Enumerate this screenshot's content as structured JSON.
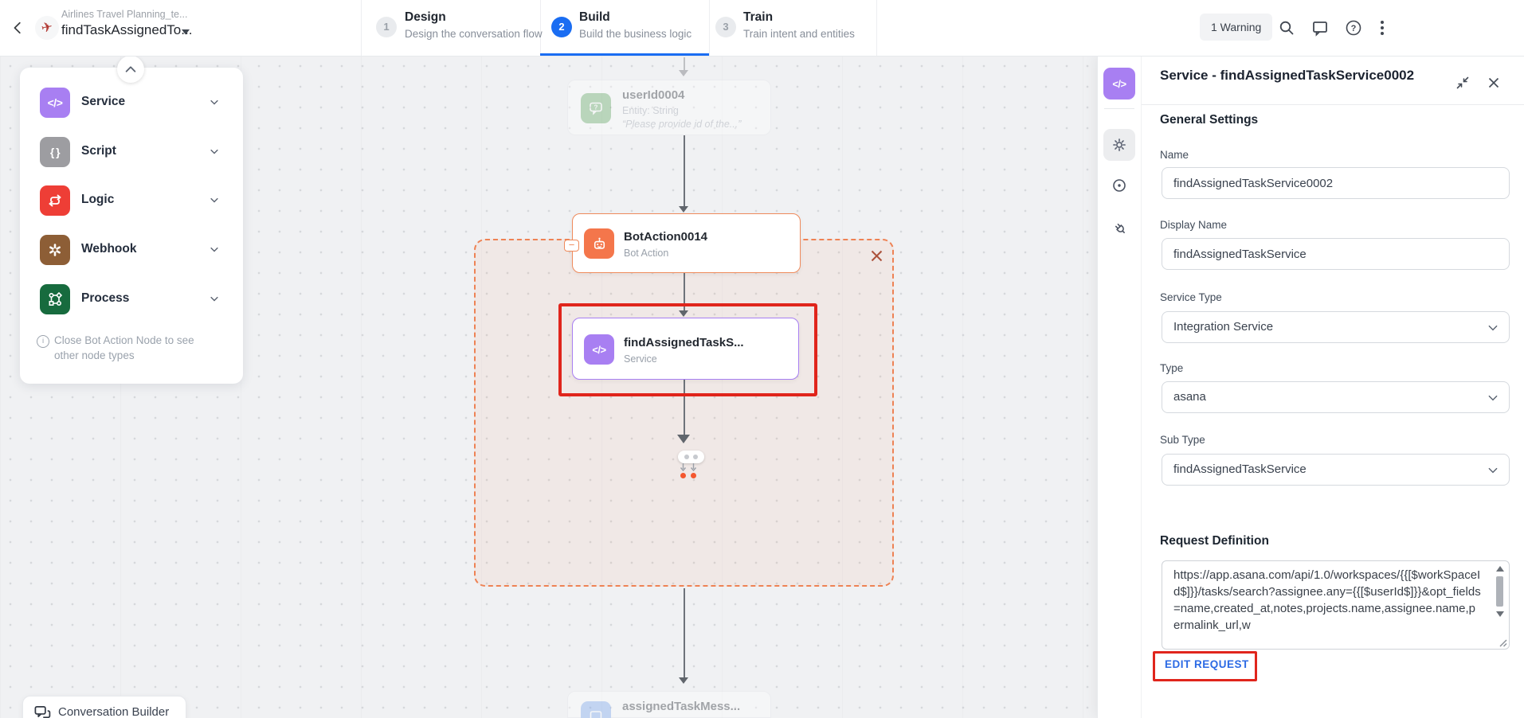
{
  "header": {
    "product_subtitle": "Airlines Travel Planning_te...",
    "product_title": "findTaskAssignedTo...",
    "steps": [
      {
        "number": "1",
        "title": "Design",
        "subtitle": "Design the conversation flow"
      },
      {
        "number": "2",
        "title": "Build",
        "subtitle": "Build the business logic"
      },
      {
        "number": "3",
        "title": "Train",
        "subtitle": "Train intent and entities"
      }
    ],
    "warning_label": "1 Warning"
  },
  "palette": {
    "items": [
      {
        "label": "Service",
        "color": "#a87ff2"
      },
      {
        "label": "Script",
        "color": "#9d9da1"
      },
      {
        "label": "Logic",
        "color": "#ee3e36"
      },
      {
        "label": "Webhook",
        "color": "#8d5e36"
      },
      {
        "label": "Process",
        "color": "#176b3e"
      }
    ],
    "note": "Close Bot Action Node to see other node types"
  },
  "canvas": {
    "entity_node": {
      "title": "userId0004",
      "subtitle": "Entity: String",
      "prompt": "“Please provide id of the...”"
    },
    "bot_action_node": {
      "title": "BotAction0014",
      "subtitle": "Bot Action"
    },
    "service_node": {
      "title": "findAssignedTaskS...",
      "subtitle": "Service"
    },
    "message_node": {
      "title": "assignedTaskMess..."
    },
    "builder_badge": "Conversation Builder"
  },
  "panel": {
    "title": "Service - findAssignedTaskService0002",
    "general_heading": "General Settings",
    "name_label": "Name",
    "name_value": "findAssignedTaskService0002",
    "display_name_label": "Display Name",
    "display_name_value": "findAssignedTaskService",
    "service_type_label": "Service Type",
    "service_type_value": "Integration Service",
    "type_label": "Type",
    "type_value": "asana",
    "sub_type_label": "Sub Type",
    "sub_type_value": "findAssignedTaskService",
    "request_heading": "Request Definition",
    "request_value": "https://app.asana.com/api/1.0/workspaces/{{[$workSpaceId$]}}/tasks/search?assignee.any={{[$userId$]}}&opt_fields=name,created_at,notes,projects.name,assignee.name,permalink_url,w",
    "edit_request_label": "EDIT REQUEST"
  },
  "colors": {
    "accent_blue": "#1a6df2",
    "fab_blue": "#1a73e8",
    "annotation_red": "#e0251c",
    "bot_action_orange": "#f4764b",
    "region_dash_orange": "#ee8254",
    "service_purple": "#a87ff2",
    "entity_green": "#62a862",
    "message_blue": "#78a7f0"
  },
  "icons": [
    "back-chevron-icon",
    "airline-logo",
    "dropdown-caret-icon",
    "search-icon",
    "comment-icon",
    "help-icon",
    "kebab-menu-icon",
    "collapse-up-icon",
    "chevron-down-icon",
    "info-icon",
    "code-icon",
    "braces-icon",
    "loop-icon",
    "webhook-icon",
    "process-icon",
    "robot-icon",
    "entity-bubble-icon",
    "message-bubble-icon",
    "minus-icon",
    "close-icon",
    "collapse-panel-icon",
    "gear-icon",
    "target-icon",
    "plug-icon",
    "chat-fab-icon",
    "resize-handle-icon"
  ]
}
